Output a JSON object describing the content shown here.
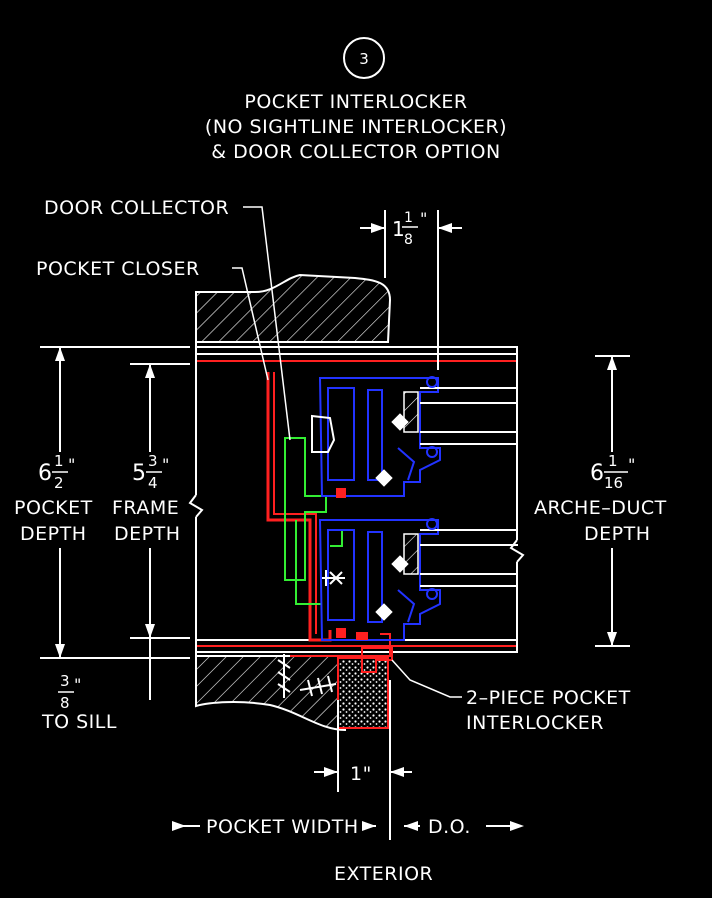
{
  "detail": {
    "number": "3",
    "title_lines": [
      "POCKET INTERLOCKER",
      "(NO SIGHTLINE INTERLOCKER)",
      "& DOOR COLLECTOR OPTION"
    ]
  },
  "labels": {
    "door_collector": "DOOR COLLECTOR",
    "pocket_closer": "POCKET CLOSER",
    "two_piece_1": "2–PIECE POCKET",
    "two_piece_2": "INTERLOCKER",
    "pocket_depth_1": "POCKET",
    "pocket_depth_2": "DEPTH",
    "frame_depth_1": "FRAME",
    "frame_depth_2": "DEPTH",
    "arche_1": "ARCHE–DUCT",
    "arche_2": "DEPTH",
    "to_sill": "TO SILL",
    "pocket_width": "POCKET WIDTH",
    "do": "D.O.",
    "exterior": "EXTERIOR"
  },
  "dimensions": {
    "top_width": {
      "whole": "1",
      "num": "1",
      "den": "8"
    },
    "pocket_depth": {
      "whole": "6",
      "num": "1",
      "den": "2"
    },
    "frame_depth": {
      "whole": "5",
      "num": "3",
      "den": "4"
    },
    "arche_depth": {
      "whole": "6",
      "num": "1",
      "den": "16"
    },
    "to_sill": {
      "whole": "",
      "num": "3",
      "den": "8"
    },
    "one_inch": "1\""
  },
  "colors": {
    "background": "#000000",
    "lines": "#ffffff",
    "pocket_closer": "#ff2020",
    "door_collector": "#33ee33",
    "door_frame": "#2233ff"
  }
}
